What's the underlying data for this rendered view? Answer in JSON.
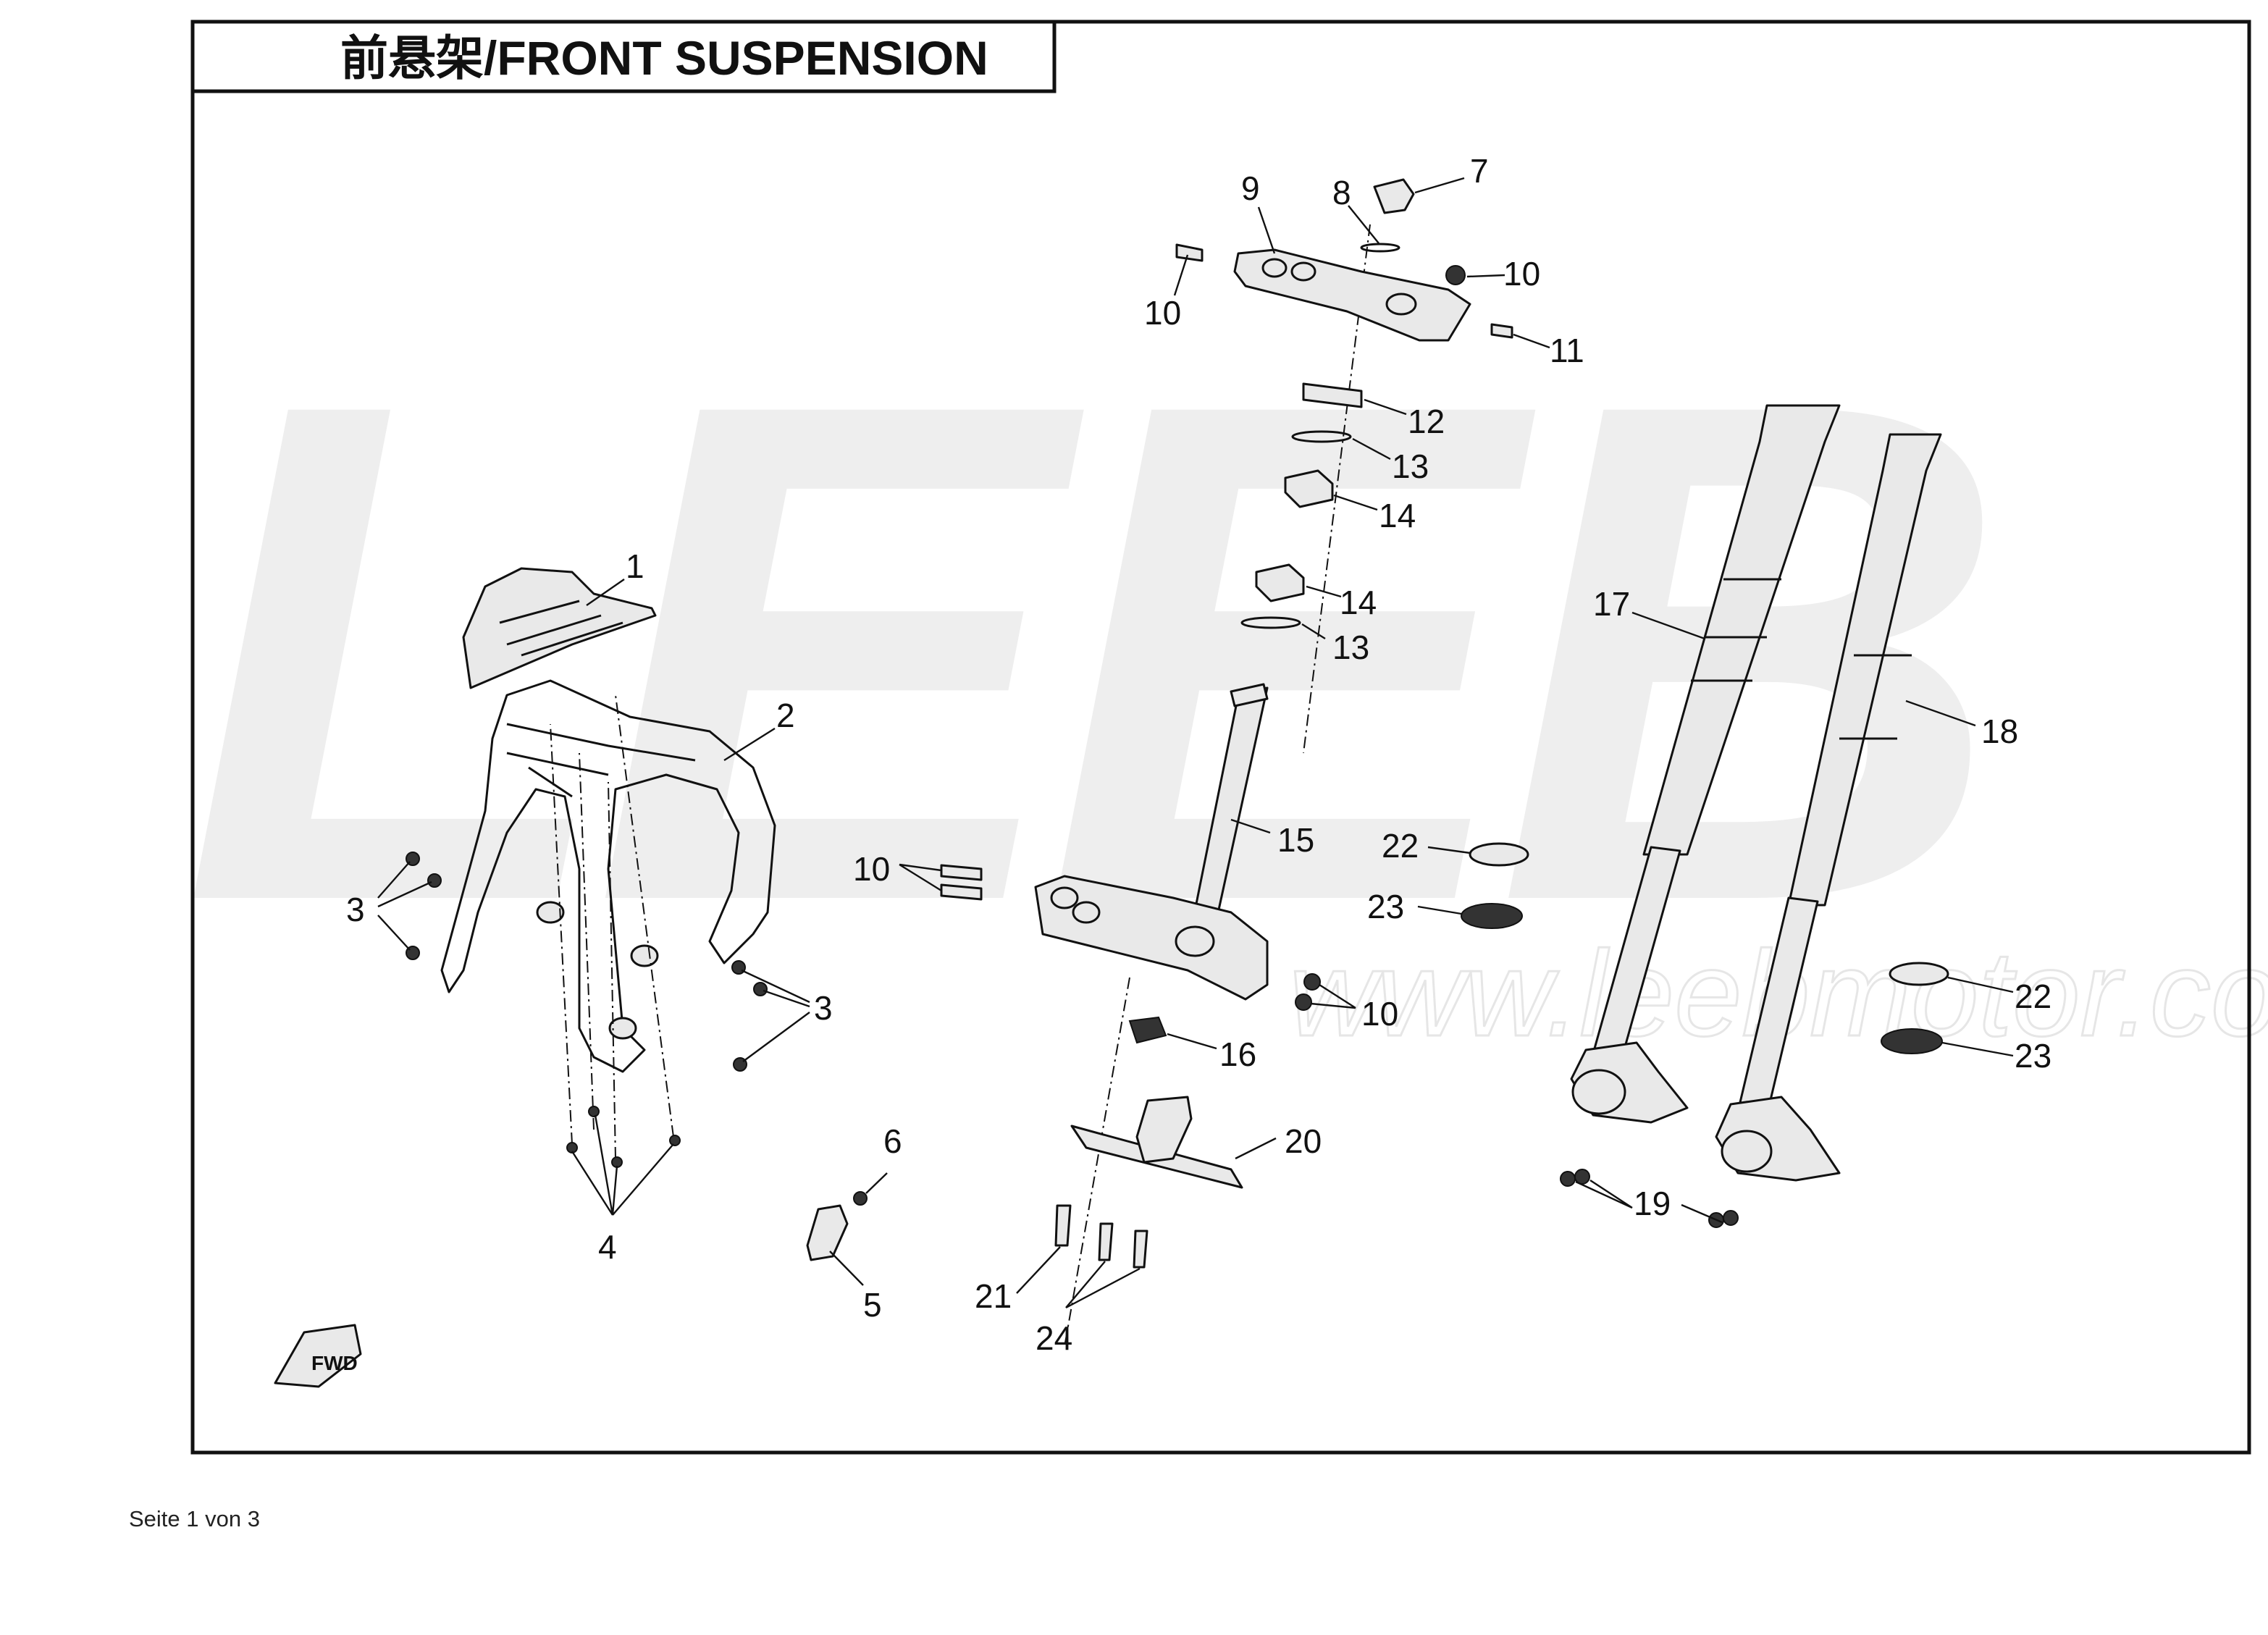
{
  "title": "前悬架/FRONT SUSPENSION",
  "watermark": {
    "brand": "LEEB",
    "url": "www.leebmotor.com"
  },
  "direction_marker": "FWD",
  "callouts": {
    "c1": "1",
    "c2": "2",
    "c3a": "3",
    "c3b": "3",
    "c4": "4",
    "c5": "5",
    "c6": "6",
    "c7": "7",
    "c8": "8",
    "c9": "9",
    "c10a": "10",
    "c10b": "10",
    "c10c": "10",
    "c10d": "10",
    "c11": "11",
    "c12": "12",
    "c13a": "13",
    "c13b": "13",
    "c14a": "14",
    "c14b": "14",
    "c15": "15",
    "c16": "16",
    "c17": "17",
    "c18": "18",
    "c19": "19",
    "c20": "20",
    "c21": "21",
    "c22a": "22",
    "c22b": "22",
    "c23a": "23",
    "c23b": "23",
    "c24": "24"
  },
  "footer": "Seite 1 von 3"
}
